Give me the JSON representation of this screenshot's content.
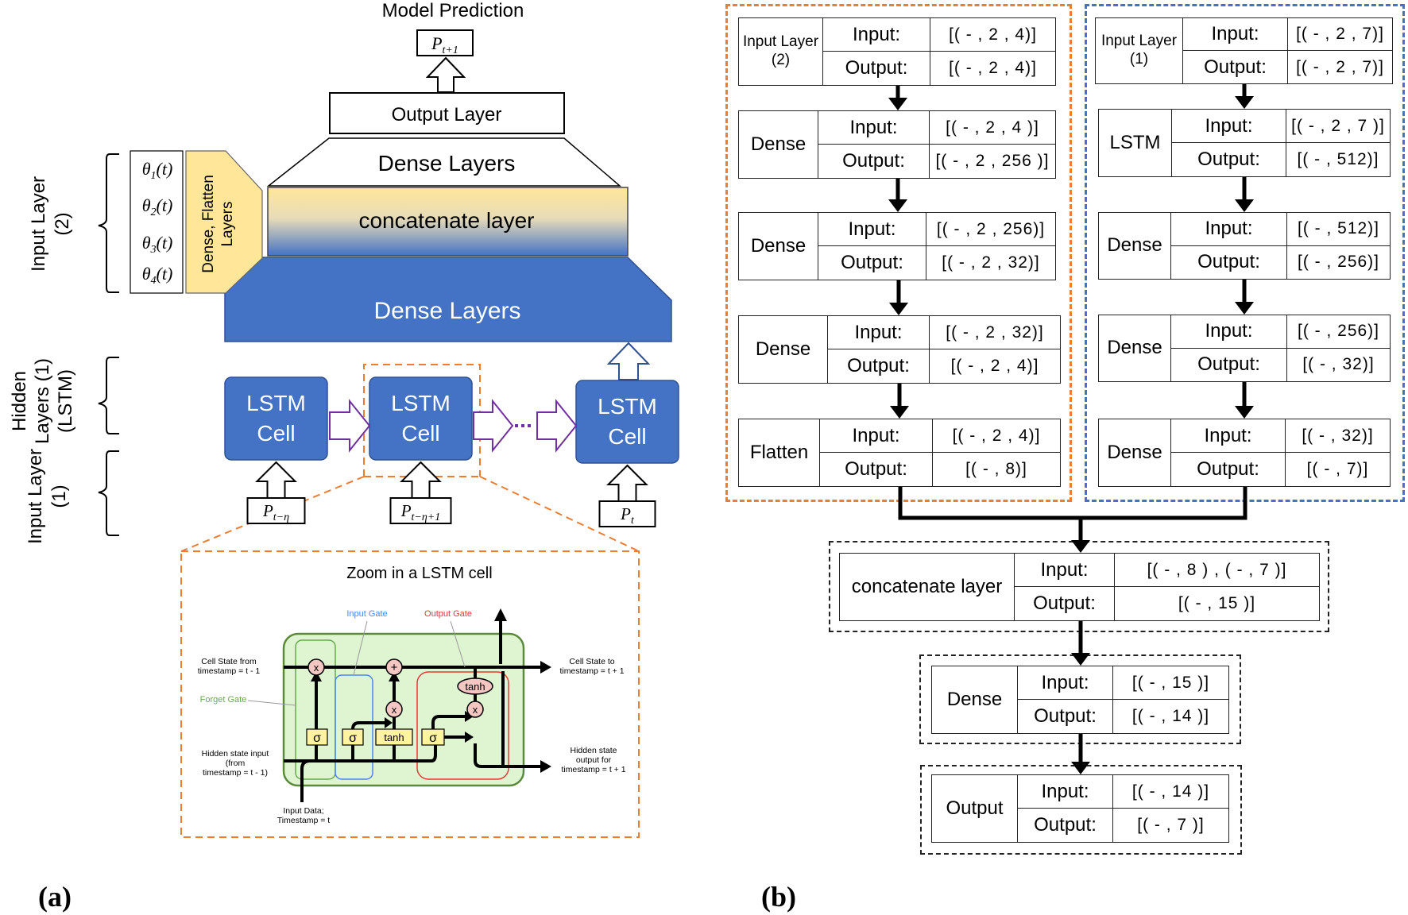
{
  "panel_a": {
    "label": "(a)",
    "model_prediction": "Model Prediction",
    "prediction_symbol": "P",
    "prediction_subscript": "t+1",
    "output_layer": "Output Layer",
    "dense_layers_top": "Dense Layers",
    "concatenate_layer": "concatenate layer",
    "dense_layers_bottom": "Dense Layers",
    "dense_flatten_layers": "Dense, Flatten Layers",
    "thetas": [
      {
        "symbol": "θ",
        "sub": "1",
        "arg": "(t)"
      },
      {
        "symbol": "θ",
        "sub": "2",
        "arg": "(t)"
      },
      {
        "symbol": "θ",
        "sub": "3",
        "arg": "(t)"
      },
      {
        "symbol": "θ",
        "sub": "4",
        "arg": "(t)"
      }
    ],
    "brace_labels": {
      "input_layer_2": "Input Layer (2)",
      "hidden_layers_1": "Hidden Layers (1) (LSTM)",
      "input_layer_1": "Input Layer (1)"
    },
    "lstm_cells": [
      {
        "line1": "LSTM",
        "line2": "Cell",
        "input_symbol": "P",
        "input_sub": "t−η"
      },
      {
        "line1": "LSTM",
        "line2": "Cell",
        "input_symbol": "P",
        "input_sub": "t−η+1"
      },
      {
        "line1": "LSTM",
        "line2": "Cell",
        "input_symbol": "P",
        "input_sub": "t"
      }
    ],
    "zoom_box": {
      "title": "Zoom in a LSTM cell",
      "input_gate": "Input Gate",
      "output_gate": "Output Gate",
      "forget_gate": "Forget Gate",
      "cell_state_from": [
        "Cell State from",
        "timestamp = t - 1"
      ],
      "cell_state_to": [
        "Cell State to",
        "timestamp = t + 1"
      ],
      "hidden_state_input": [
        "Hidden state input",
        "(from",
        "timestamp =  t - 1)"
      ],
      "hidden_state_output": [
        "Hidden state",
        "output for",
        "timestamp = t + 1"
      ],
      "input_data": [
        "Input Data;",
        "Timestamp = t"
      ],
      "ops": {
        "multiply": "x",
        "add": "+",
        "sigma": "σ",
        "tanh": "tanh"
      }
    }
  },
  "panel_b": {
    "label": "(b)",
    "labels": {
      "input": "Input:",
      "output": "Output:"
    },
    "branch_2": [
      {
        "name": "Input Layer (2)",
        "input": "[( - , 2 , 4)]",
        "output": "[( - , 2 , 4)]"
      },
      {
        "name": "Dense",
        "input": "[( - , 2 , 4 )]",
        "output": "[( - , 2 , 256 )]"
      },
      {
        "name": "Dense",
        "input": "[( - , 2 , 256)]",
        "output": "[( - , 2 , 32)]"
      },
      {
        "name": "Dense",
        "input": "[( - , 2 , 32)]",
        "output": "[( - , 2 , 4)]"
      },
      {
        "name": "Flatten",
        "input": "[( - , 2 , 4)]",
        "output": "[( -  ,  8)]"
      }
    ],
    "branch_1": [
      {
        "name": "Input Layer (1)",
        "input": "[( - , 2 , 7)]",
        "output": "[( - , 2 , 7)]"
      },
      {
        "name": "LSTM",
        "input": "[( - , 2 , 7 )]",
        "output": "[( - , 512)]"
      },
      {
        "name": "Dense",
        "input": "[( - , 512)]",
        "output": "[( - , 256)]"
      },
      {
        "name": "Dense",
        "input": "[( - , 256)]",
        "output": "[( - , 32)]"
      },
      {
        "name": "Dense",
        "input": "[( - , 32)]",
        "output": "[( - , 7)]"
      }
    ],
    "merged": [
      {
        "name": "concatenate layer",
        "input": "[( - , 8 ) , ( - , 7 )]",
        "output": "[( - , 15 )]"
      },
      {
        "name": "Dense",
        "input": "[( - , 15 )]",
        "output": "[( - , 14 )]"
      },
      {
        "name": "Output",
        "input": "[( - ,  14 )]",
        "output": "[( - , 7 )]"
      }
    ]
  },
  "colors": {
    "blue": "#4472C4",
    "yellow": "#FFE699",
    "orange": "#ED7D31",
    "purple": "#7030A0",
    "lstm_green_fill": "#DFF5D2",
    "lstm_green_stroke": "#5B8A3C",
    "input_gate": "#4A86E8",
    "output_gate": "#E53935",
    "forget_gate": "#6AA84F",
    "op_circle": "#F4C7C3",
    "sigma_box": "#FFF2A0"
  }
}
